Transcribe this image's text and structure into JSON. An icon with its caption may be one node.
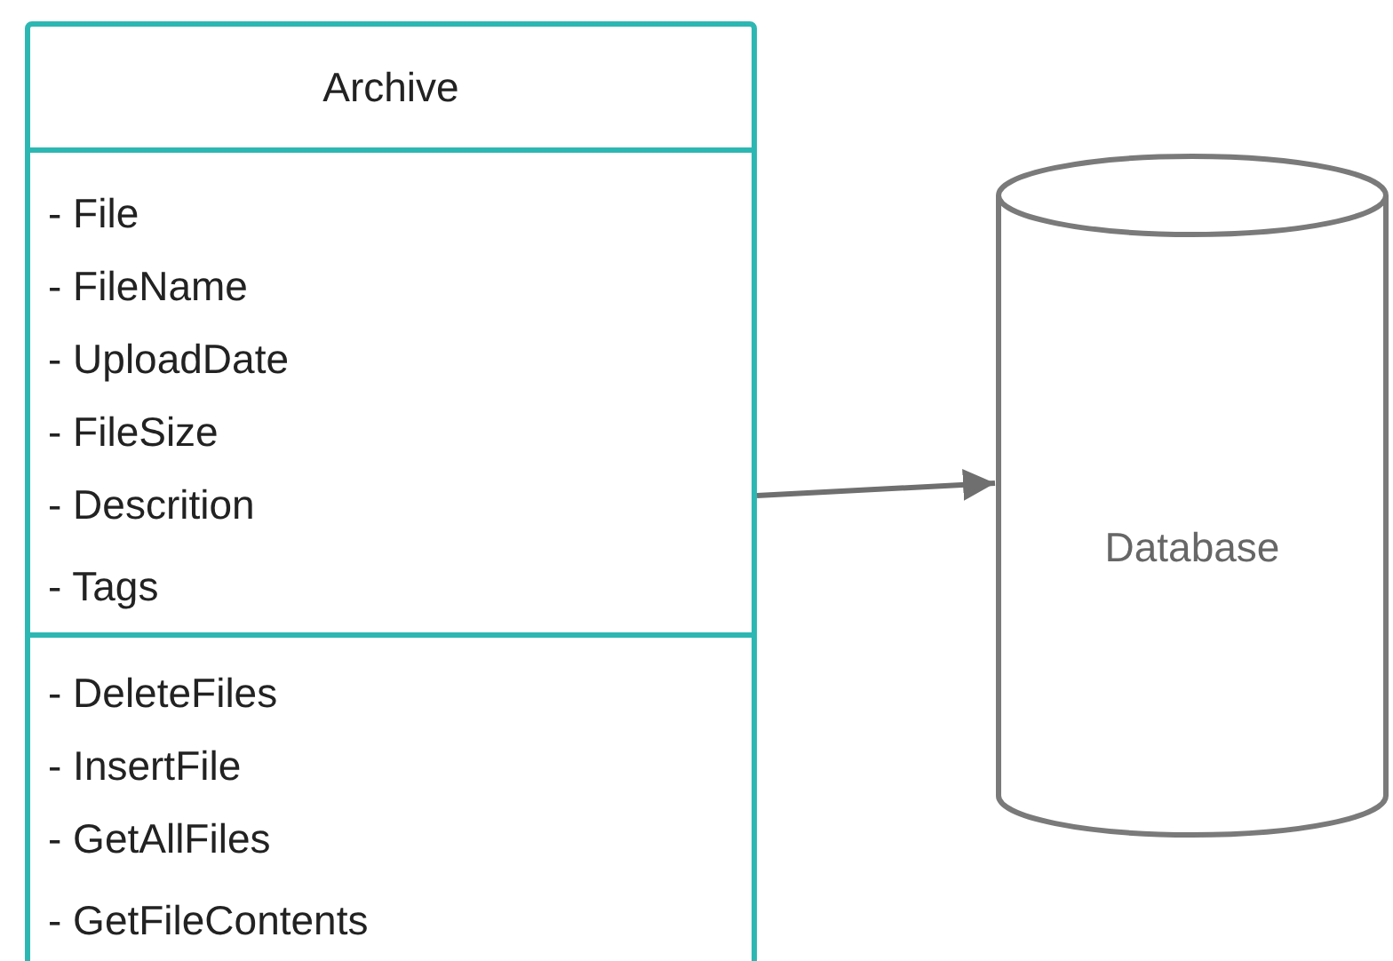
{
  "diagram": {
    "nodes": [
      {
        "text": [
          "Archive"
        ]
      },
      {
        "text": [
          "- File",
          "- FileName",
          "- UploadDate",
          "- FileSize",
          "- Descrition",
          "- Tags"
        ],
        "in": 0
      },
      {
        "text": [
          "- DeleteFiles",
          "- InsertFile",
          "- GetAllFiles",
          "- GetFileContents"
        ],
        "in": 0
      },
      {
        "text": [
          "Database"
        ]
      }
    ],
    "edges": [
      {
        "from": 1,
        "to": 3,
        "arrow": "to"
      }
    ]
  }
}
